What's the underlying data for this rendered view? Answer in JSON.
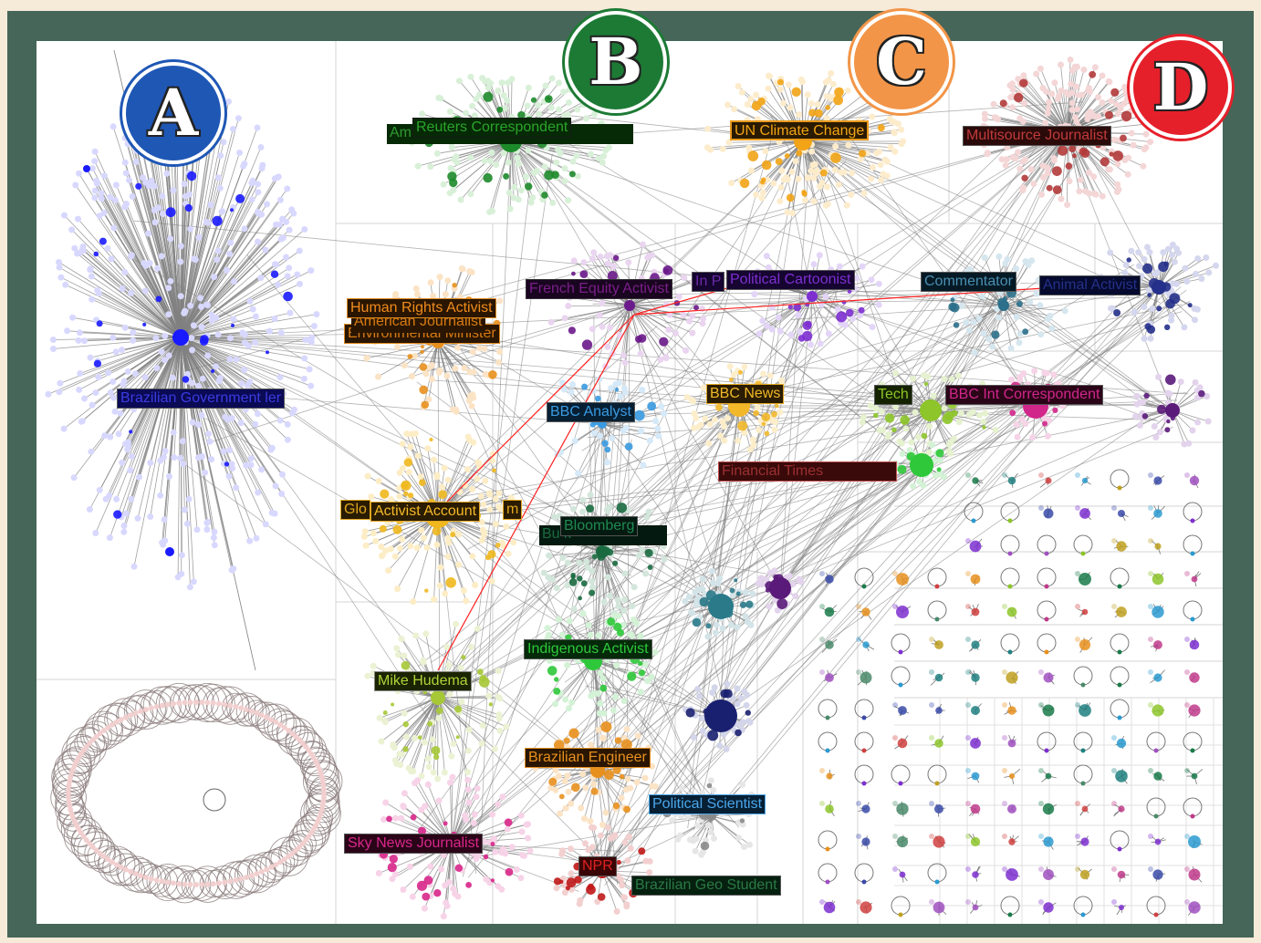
{
  "badges": [
    {
      "letter": "A",
      "color": "#1f57b5"
    },
    {
      "letter": "B",
      "color": "#1d7a35"
    },
    {
      "letter": "C",
      "color": "#f29548"
    },
    {
      "letter": "D",
      "color": "#e5202a"
    }
  ],
  "labels": {
    "brazilian_government": "Brazilian Government ler",
    "reuters_correspondent": "Reuters Correspondent",
    "reuters_behind": "Am                              tlet",
    "un_climate_change": "UN Climate Change",
    "multisource_journalist": "Multisource Journalist",
    "human_rights_activist": "Human Rights Activist",
    "american_journalist": "American Journalist",
    "environmental_minister": "Environmental Minister",
    "french_equity_activist": "French Equity Activist",
    "political_cartoonist": "Political Cartoonist",
    "political_cartoonist_prefix": "In P",
    "commentator": "Commentator",
    "animal_activist": "Animal Activist",
    "bbc_analyst": "BBC Analyst",
    "bbc_news": "BBC News",
    "tech": "Tech",
    "bbc_int_correspondent": "BBC Int Correspondent",
    "activist_account": "Activist Account",
    "activist_side": "Glo",
    "activist_side_end": "m",
    "financial_times": "Financial Times",
    "bloomberg": "Bloomberg",
    "bloomberg_behind": "Bu                  k",
    "indigenous_activist": "Indigenous Activist",
    "mike_hudema": "Mike Hudema",
    "brazilian_engineer": "Brazilian Engineer",
    "political_scientist": "Political Scientist",
    "sky_news_journalist": "Sky News Journalist",
    "npr": "NPR",
    "brazilian_geo_student": "Brazilian Geo Student"
  },
  "colors": {
    "frame": "#456659",
    "edge": "#808080",
    "highlight_edge": "#ff2020"
  }
}
